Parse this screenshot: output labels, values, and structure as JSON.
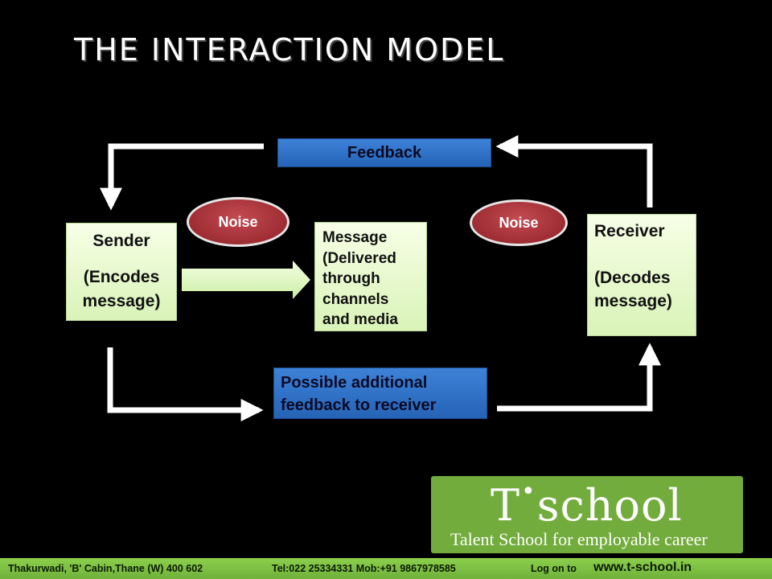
{
  "slide": {
    "title": "THE INTERACTION MODEL"
  },
  "diagram": {
    "sender": {
      "name": "Sender",
      "desc_line1": "(Encodes",
      "desc_line2": "message)"
    },
    "message": {
      "lines": [
        "Message",
        "(Delivered",
        "through",
        "channels",
        "and media"
      ]
    },
    "receiver": {
      "name": "Receiver",
      "desc_line1": "(Decodes",
      "desc_line2": "message)"
    },
    "feedback": "Feedback",
    "possible_feedback": {
      "line1": "Possible additional",
      "line2": "feedback to receiver"
    },
    "noise_left": "Noise",
    "noise_right": "Noise"
  },
  "branding": {
    "logo_t": "T",
    "logo_dot": "•",
    "logo_rest": "school",
    "tagline": "Talent School for employable career"
  },
  "footer": {
    "address": "Thakurwadi, 'B' Cabin,Thane (W) 400 602",
    "tel": "Tel:022 25334331  Mob:+91 9867978585",
    "log_on": "Log on to",
    "website": "www.t-school.in"
  },
  "colors": {
    "background": "#000000",
    "box_fill": "#e3f7c9",
    "blue_box": "#2f73c9",
    "noise_red": "#a8333a",
    "brand_green": "#72ac3c"
  }
}
